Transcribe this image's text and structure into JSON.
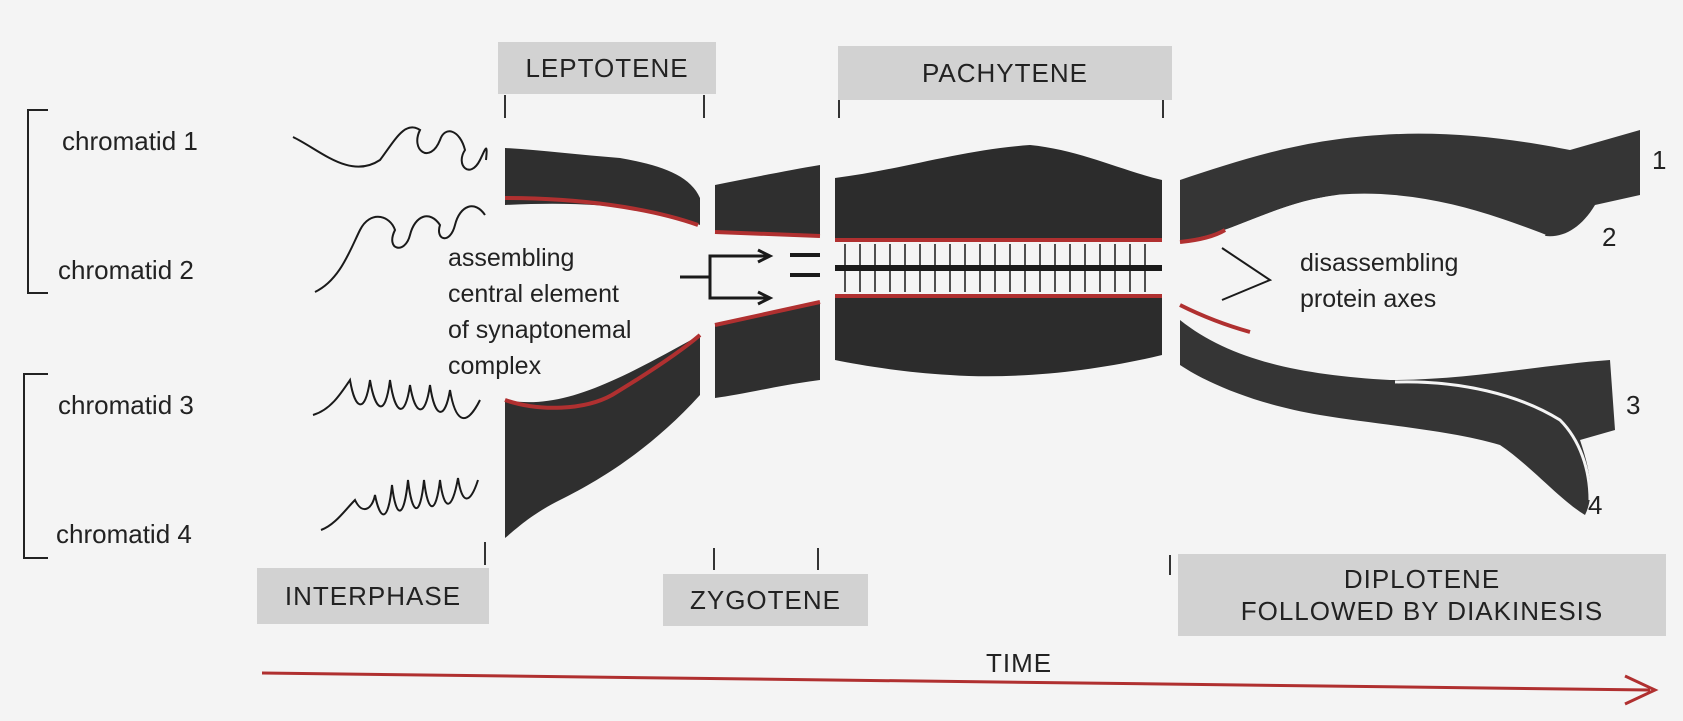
{
  "chromatids": [
    "chromatid 1",
    "chromatid 2",
    "chromatid 3",
    "chromatid 4"
  ],
  "stages": {
    "leptotene": "LEPTOTENE",
    "pachytene": "PACHYTENE",
    "interphase": "INTERPHASE",
    "zygotene": "ZYGOTENE",
    "diplotene_line1": "DIPLOTENE",
    "diplotene_line2": "FOLLOWED BY DIAKINESIS"
  },
  "notes": {
    "central_element": [
      "assembling",
      "central element",
      "of synaptonemal",
      "complex"
    ],
    "protein_axes": [
      "disassembling",
      "protein axes"
    ]
  },
  "numbers": [
    "1",
    "2",
    "3",
    "4"
  ],
  "time_label": "TIME",
  "colors": {
    "axis": "#b03030",
    "chromatin": "#1a1a1a",
    "stage_box": "#d2d2d2",
    "background": "#f4f4f4"
  }
}
